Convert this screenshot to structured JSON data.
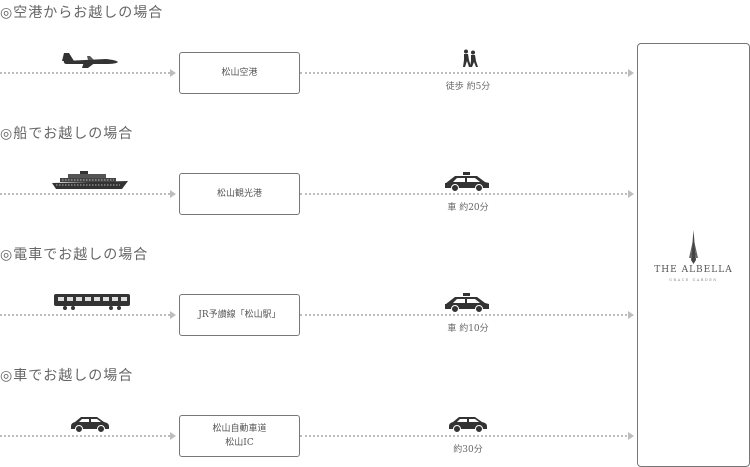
{
  "sections": [
    {
      "title": "◎空港からお越しの場合",
      "vehicle_icon": "airplane-icon",
      "stop_lines": [
        "松山空港"
      ],
      "transfer_icon": "walking-people-icon",
      "duration": "徒歩 約5分"
    },
    {
      "title": "◎船でお越しの場合",
      "vehicle_icon": "ship-icon",
      "stop_lines": [
        "松山観光港"
      ],
      "transfer_icon": "taxi-icon",
      "duration": "車 約20分"
    },
    {
      "title": "◎電車でお越しの場合",
      "vehicle_icon": "train-icon",
      "stop_lines": [
        "JR予讃線「松山駅」"
      ],
      "transfer_icon": "taxi-icon",
      "duration": "車 約10分"
    },
    {
      "title": "◎車でお越しの場合",
      "vehicle_icon": "car-icon",
      "stop_lines": [
        "松山自動車道",
        "松山IC"
      ],
      "transfer_icon": "car-icon",
      "duration": "約30分"
    }
  ],
  "destination": {
    "name": "THE ALBELLA",
    "subtitle": "GRACE GARDEN",
    "logo_icon": "albella-spire-logo-icon"
  },
  "colors": {
    "line": "#bdbdbd",
    "border": "#777777",
    "text": "#555555"
  }
}
